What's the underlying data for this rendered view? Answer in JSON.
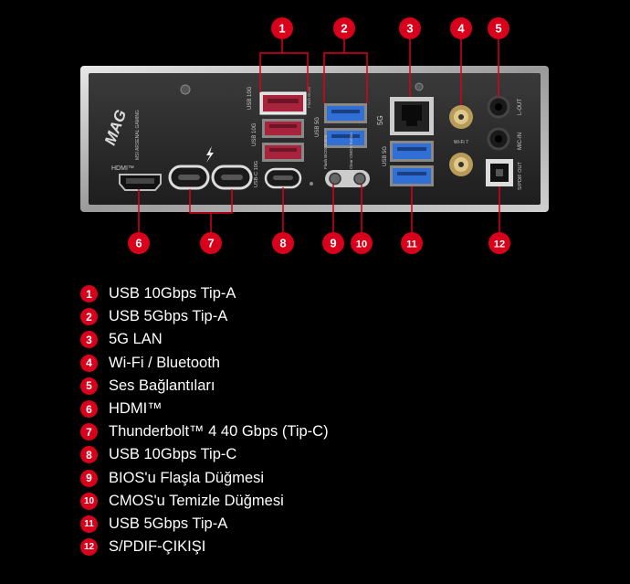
{
  "colors": {
    "accent": "#d9001b",
    "background": "#000000",
    "plate": "#2a2a2a",
    "usb10_port": "#a8243c",
    "usb5_port": "#2f6fd6"
  },
  "panel": {
    "logo": "MAG",
    "logo_sub": "MSI ARSENAL GAMING",
    "port_labels": {
      "hdmi": "HDMI™",
      "usb10_top": "USB 10G",
      "flash_bios_small": "Flash BIOS",
      "usb10_mid": "USB 10G",
      "usb5": "USB 5G",
      "lan": "5G",
      "usb5_right": "USB 5G",
      "wifi": "Wi-Fi 7",
      "flash_btn": "Flash BIOS Button",
      "cmos_btn": "Clear CMOS Button",
      "usbc10": "USB-C 10G",
      "audio_out": "L-OUT",
      "audio_in": "MIC-IN",
      "spdif": "S/PDIF OUT"
    }
  },
  "callouts": [
    {
      "num": "1",
      "label": "USB 10Gbps Tip-A"
    },
    {
      "num": "2",
      "label": "USB 5Gbps Tip-A"
    },
    {
      "num": "3",
      "label": "5G LAN"
    },
    {
      "num": "4",
      "label": "Wi-Fi / Bluetooth"
    },
    {
      "num": "5",
      "label": "Ses Bağlantıları"
    },
    {
      "num": "6",
      "label": "HDMI™"
    },
    {
      "num": "7",
      "label": "Thunderbolt™ 4 40 Gbps (Tip-C)"
    },
    {
      "num": "8",
      "label": "USB 10Gbps Tip-C"
    },
    {
      "num": "9",
      "label": "BIOS'u Flaşla Düğmesi"
    },
    {
      "num": "10",
      "label": "CMOS'u Temizle Düğmesi"
    },
    {
      "num": "11",
      "label": "USB 5Gbps Tip-A"
    },
    {
      "num": "12",
      "label": "S/PDIF-ÇIKIŞI"
    }
  ]
}
